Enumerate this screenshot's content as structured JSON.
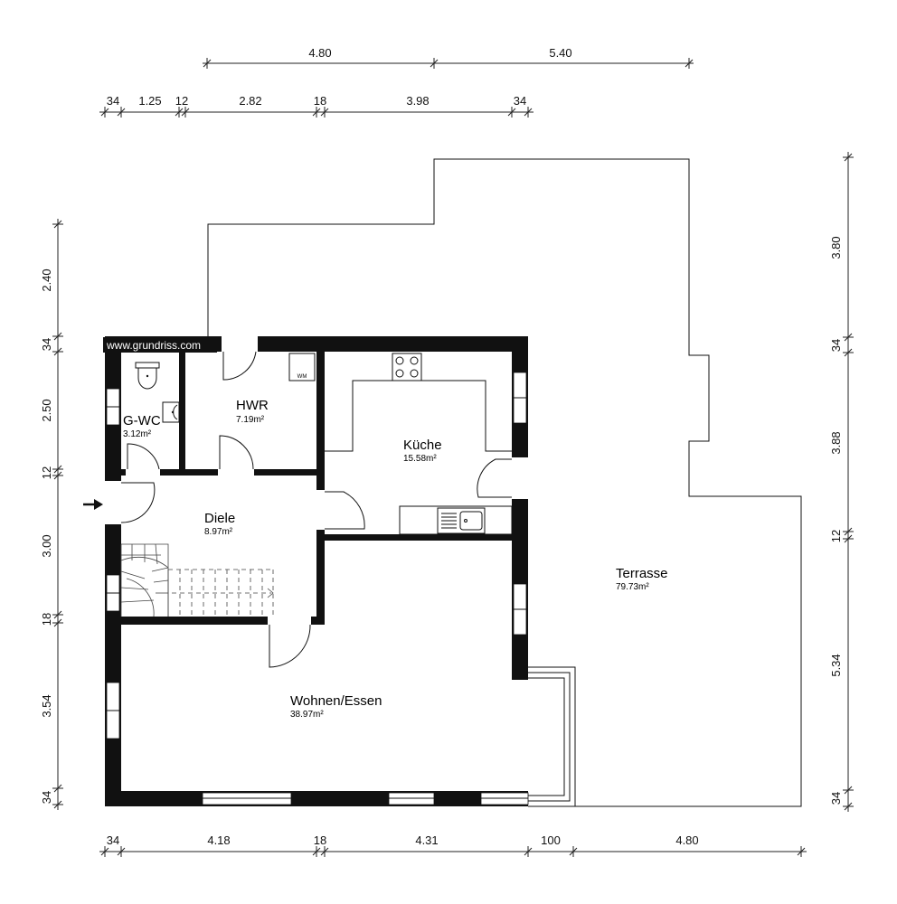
{
  "watermark": "www.grundriss.com",
  "rooms": {
    "gwc": {
      "name": "G-WC",
      "area": "3.12m²"
    },
    "hwr": {
      "name": "HWR",
      "area": "7.19m²"
    },
    "kueche": {
      "name": "Küche",
      "area": "15.58m²"
    },
    "diele": {
      "name": "Diele",
      "area": "8.97m²"
    },
    "wohnen": {
      "name": "Wohnen/Essen",
      "area": "38.97m²"
    },
    "terrasse": {
      "name": "Terrasse",
      "area": "79.73m²"
    }
  },
  "fixtures": {
    "wm": "WM"
  },
  "dimensions": {
    "top_outer": [
      "4.80",
      "5.40"
    ],
    "top_inner": [
      "34",
      "1.25",
      "12",
      "2.82",
      "18",
      "3.98",
      "34"
    ],
    "bottom": [
      "34",
      "4.18",
      "18",
      "4.31",
      "100",
      "4.80"
    ],
    "left": [
      "2.40",
      "34",
      "2.50",
      "12",
      "3.00",
      "18",
      "3.54",
      "34"
    ],
    "right": [
      "3.80",
      "34",
      "3.88",
      "12",
      "5.34",
      "34"
    ]
  }
}
